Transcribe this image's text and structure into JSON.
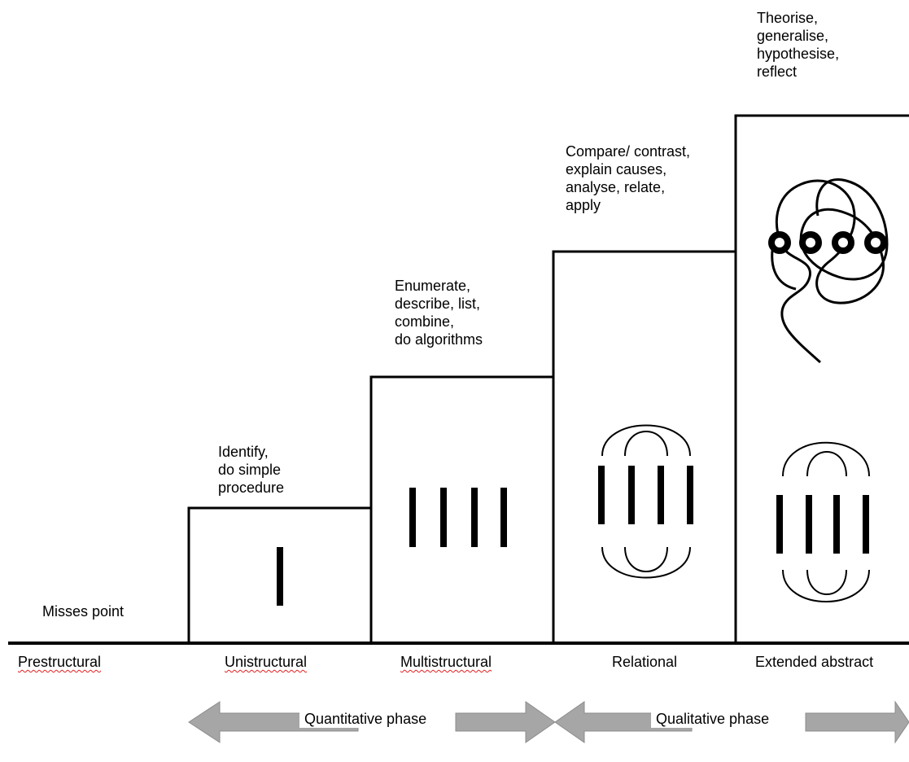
{
  "verbs": {
    "prestructural": "Misses point",
    "unistructural": "Identify,\ndo simple\nprocedure",
    "multistructural": "Enumerate,\ndescribe, list,\ncombine,\ndo algorithms",
    "relational": "Compare/ contrast,\nexplain causes,\nanalyse, relate,\napply",
    "extended": "Theorise,\ngeneralise,\nhypothesise,\nreflect"
  },
  "levels": {
    "prestructural": "Prestructural",
    "unistructural": "Unistructural",
    "multistructural": "Multistructural",
    "relational": "Relational",
    "extended": "Extended abstract"
  },
  "phases": {
    "quantitative": "Quantitative phase",
    "qualitative": "Qualitative phase"
  },
  "colors": {
    "line": "#000000",
    "arrow": "#a6a6a6",
    "spellcheck": "#e02020"
  }
}
